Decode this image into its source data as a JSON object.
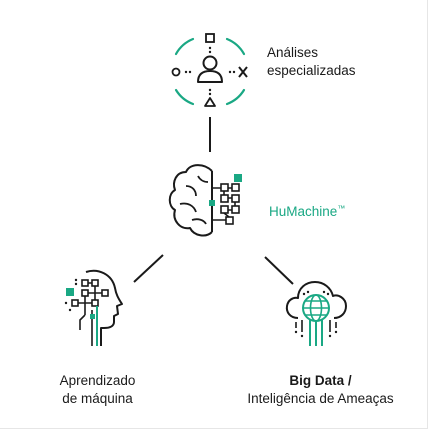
{
  "nodes": {
    "expert": {
      "line1": "Análises",
      "line2": "especializadas"
    },
    "core": {
      "name": "HuMachine",
      "mark": "™"
    },
    "ml": {
      "line1": "Aprendizado",
      "line2": "de máquina"
    },
    "bigdata": {
      "line1": "Big Data /",
      "line2": "Inteligência de Ameaças"
    }
  },
  "colors": {
    "accent": "#1aa884",
    "stroke": "#1a1a1a"
  },
  "icons": {
    "expert": "expert-analysis-icon",
    "core": "brain-circuit-icon",
    "ml": "head-circuit-icon",
    "bigdata": "cloud-globe-icon"
  }
}
